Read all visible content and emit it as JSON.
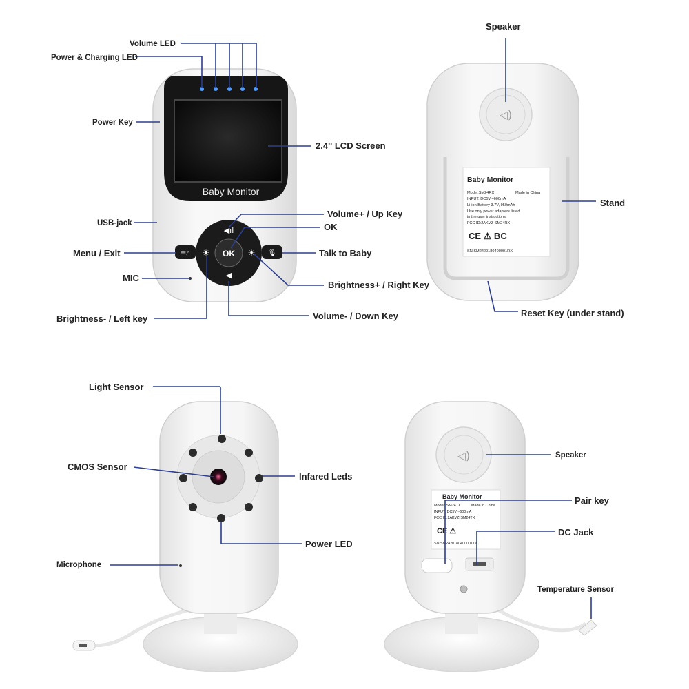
{
  "parent_unit": {
    "screen_brand": "Baby Monitor",
    "ok_key": "OK",
    "sticker": {
      "title": "Baby Monitor",
      "model": "Model:SM24RX",
      "made_in": "Made in China",
      "input": "INPUT: DC5V⎓600mA",
      "battery": "Li-ion Battery 3.7V, 950mAh",
      "note_1": "Use only power adapters listed",
      "note_2": "in the user instructions.",
      "fcc": "FCC ID:2AKVZ-SM24RX",
      "serial": "SN:SM2420180400001RX",
      "marks": "CE  ⚠  BC"
    },
    "labels": {
      "volume_led": "Volume LED",
      "power_charging_led": "Power & Charging LED",
      "power_key": "Power Key",
      "lcd_screen": "2.4'' LCD Screen",
      "usb_jack": "USB-jack",
      "volume_up": "Volume+ / Up Key",
      "ok": "OK",
      "menu_exit": "Menu / Exit",
      "talk_to_baby": "Talk to Baby",
      "mic": "MIC",
      "brightness_right": "Brightness+ / Right Key",
      "brightness_left": "Brightness- / Left key",
      "volume_down": "Volume- / Down Key",
      "speaker": "Speaker",
      "stand": "Stand",
      "reset_key": "Reset Key (under stand)"
    }
  },
  "baby_unit": {
    "sticker": {
      "title": "Baby Monitor",
      "model": "Model: SM24TX",
      "made_in": "Made in China",
      "input": "INPUT: DC5V⎓600mA",
      "fcc": "FCC ID:2AKVZ-SM24TX",
      "serial": "SN:SM2420180400001TX",
      "marks": "CE  ⚠"
    },
    "labels": {
      "light_sensor": "Light Sensor",
      "cmos_sensor": "CMOS Sensor",
      "infrared_leds": "Infared Leds",
      "power_led": "Power LED",
      "microphone": "Microphone",
      "speaker": "Speaker",
      "pair_key": "Pair key",
      "dc_jack": "DC Jack",
      "temperature_sensor": "Temperature Sensor"
    }
  },
  "colors": {
    "leader_line": "#2c3e8f",
    "led_blue": "#4f9cff",
    "device_body": "#f3f3f3",
    "screen_frame": "#161616"
  }
}
